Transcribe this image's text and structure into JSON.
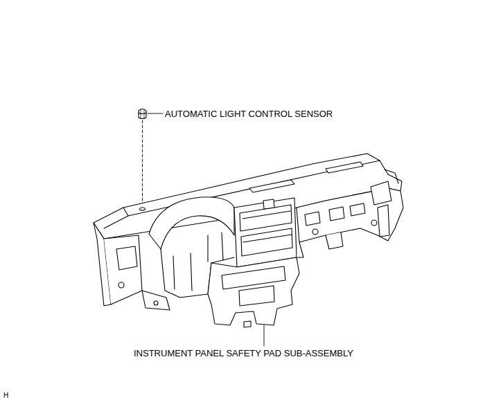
{
  "diagram": {
    "labels": [
      "AUTOMATIC LIGHT CONTROL SENSOR",
      "INSTRUMENT PANEL SAFETY PAD SUB-ASSEMBLY",
      "H"
    ]
  }
}
